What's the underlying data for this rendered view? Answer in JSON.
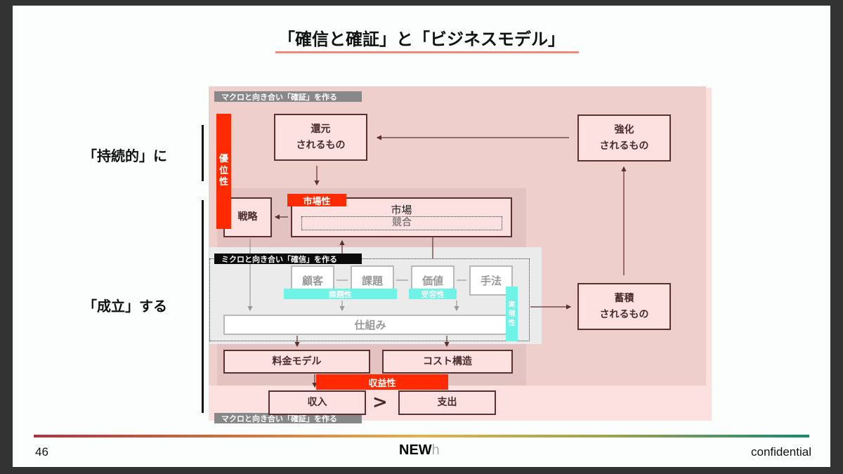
{
  "title": "「確信と確証」と「ビジネスモデル」",
  "side_labels": {
    "sustained": "「持続的」に",
    "established": "「成立」する"
  },
  "tags": {
    "macro_top": "マクロと向き合い「確証」を作る",
    "micro": "ミクロと向き合い「確信」を作る",
    "macro_bottom": "マクロと向き合い「確証」を作る"
  },
  "boxes": {
    "returned": [
      "還元",
      "されるもの"
    ],
    "strengthened": [
      "強化",
      "されるもの"
    ],
    "accumulated": [
      "蓄積",
      "されるもの"
    ],
    "strategy": "戦略",
    "market": "市場",
    "competition": "競合",
    "customer": "顧客",
    "problem": "課題",
    "value": "価値",
    "method": "手法",
    "mechanism": "仕組み",
    "pricing": "料金モデル",
    "cost": "コスト構造",
    "revenue": "収入",
    "gt": ">",
    "expense": "支出"
  },
  "badges": {
    "advantage": [
      "優",
      "位",
      "性"
    ],
    "marketability": "市場性",
    "problem_fit": "課題性",
    "acceptance": "受容性",
    "feasibility": [
      "実",
      "現",
      "性"
    ],
    "profitability": "収益性"
  },
  "footer": {
    "page": "46",
    "logo_bold": "NEW",
    "logo_light": "h",
    "confidential": "confidential"
  },
  "colors": {
    "accent_red": "#ff2a00",
    "cyan": "#6ff3e6",
    "underline": "#f08a7a"
  }
}
